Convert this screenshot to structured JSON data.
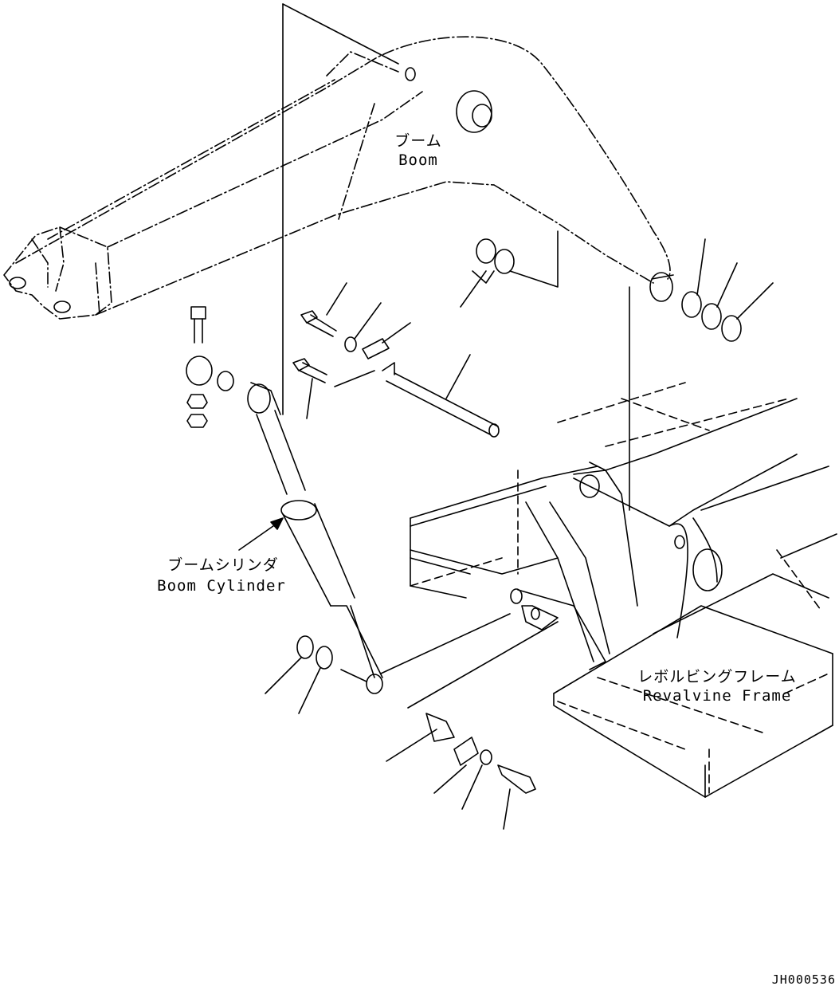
{
  "labels": {
    "boom_jp": "ブーム",
    "boom_en": "Boom",
    "boom_cylinder_jp": "ブームシリンダ",
    "boom_cylinder_en": "Boom Cylinder",
    "revolving_frame_jp": "レボルビングフレーム",
    "revolving_frame_en": "Revalvine Frame"
  },
  "drawing_code": "JH000536"
}
